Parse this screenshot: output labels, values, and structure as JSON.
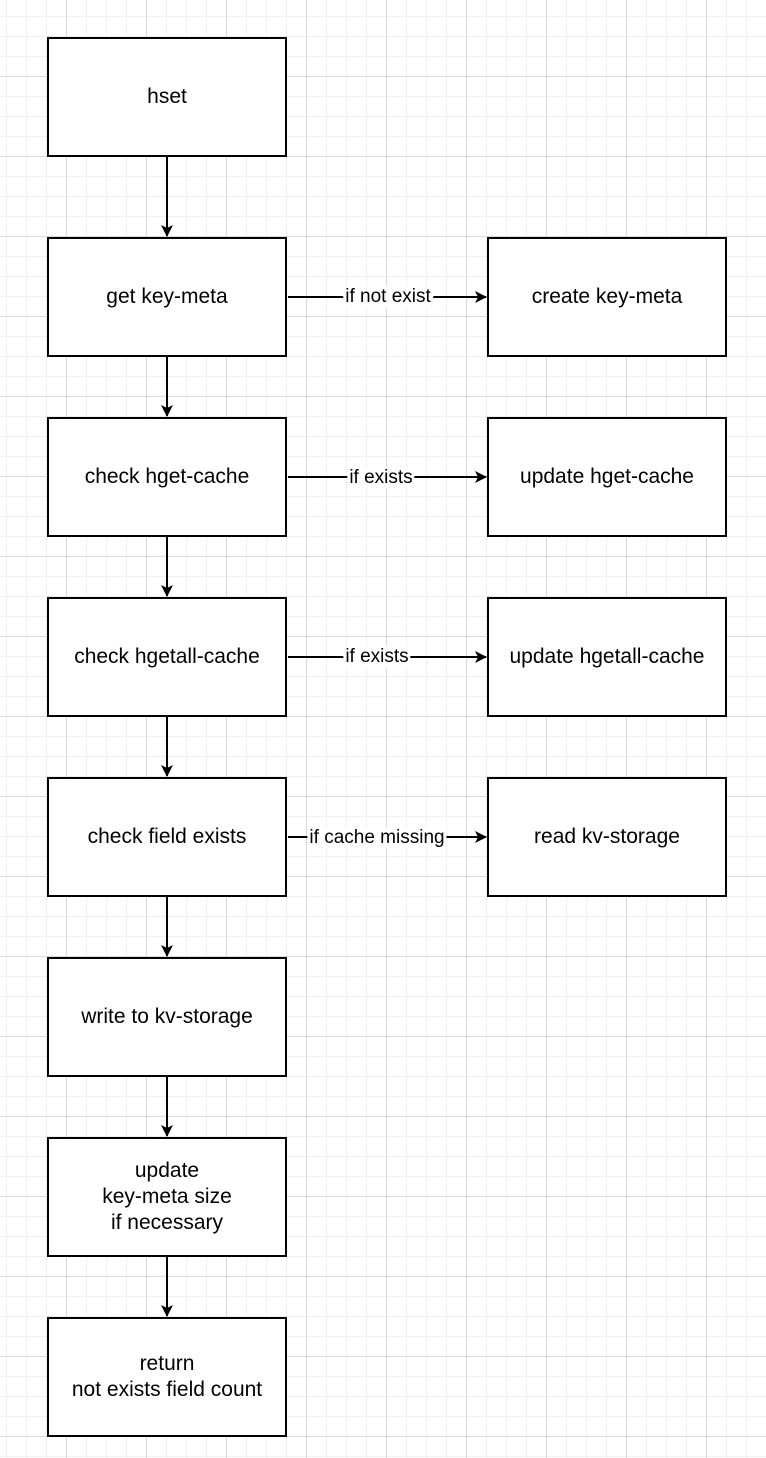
{
  "diagram": {
    "nodes": {
      "hset": "hset",
      "get_key_meta": "get key-meta",
      "create_key_meta": "create key-meta",
      "check_hget_cache": "check hget-cache",
      "update_hget_cache": "update hget-cache",
      "check_hgetall_cache": "check hgetall-cache",
      "update_hgetall_cache": "update hgetall-cache",
      "check_field_exists": "check field exists",
      "read_kv_storage": "read kv-storage",
      "write_kv_storage": "write to kv-storage",
      "update_key_meta_size": "update\nkey-meta size\n if necessary",
      "return_count": "return\nnot exists field count"
    },
    "edge_labels": {
      "if_not_exist": "if not exist",
      "if_exists_hget": "if exists",
      "if_exists_hgetall": "if exists",
      "if_cache_missing": "if cache missing"
    }
  }
}
